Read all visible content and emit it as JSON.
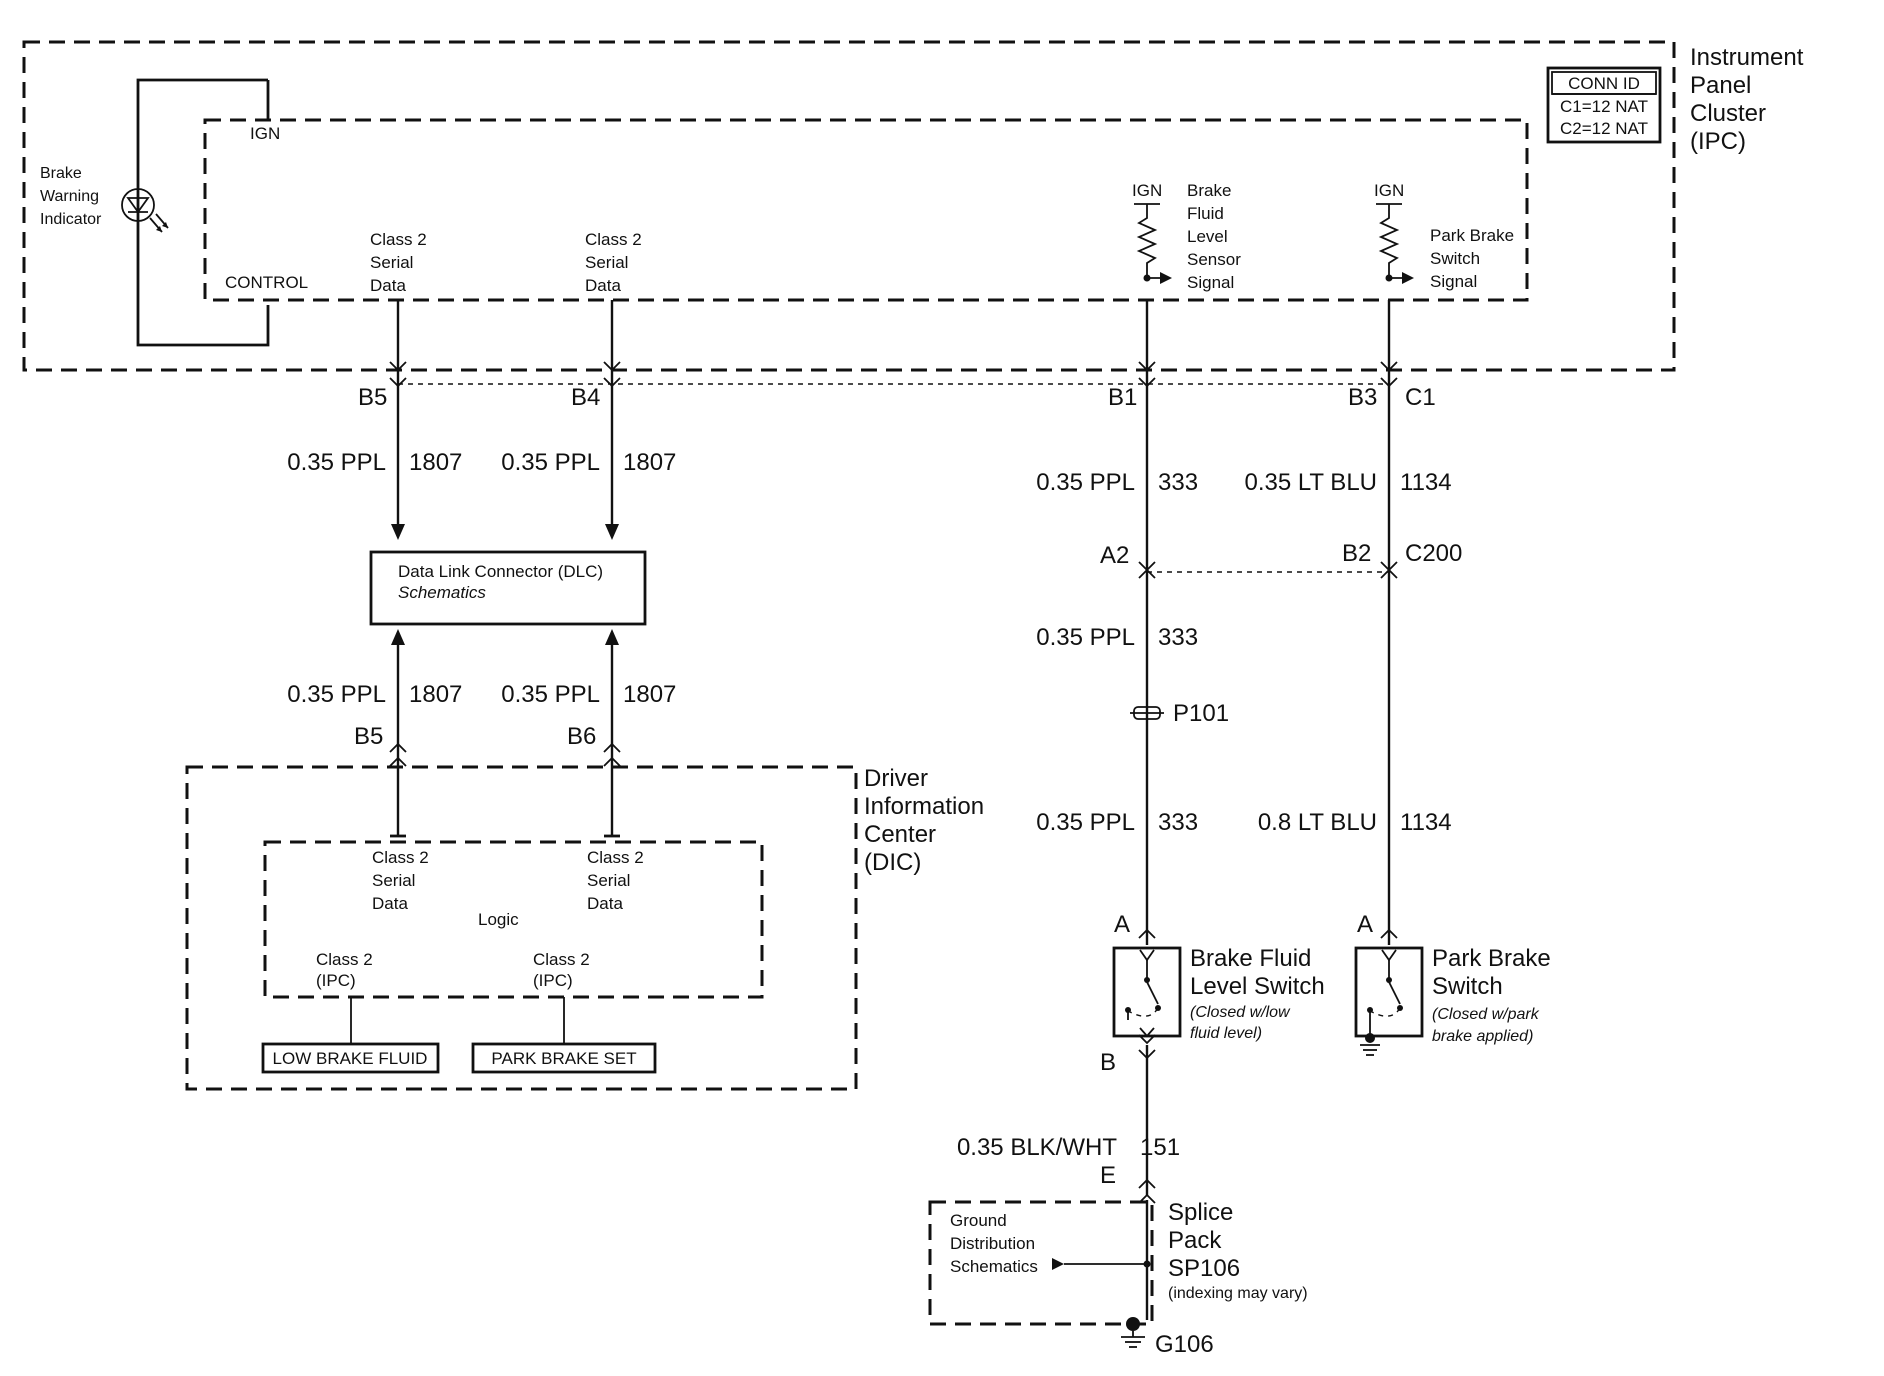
{
  "ipc": {
    "label": [
      "Instrument",
      "Panel",
      "Cluster",
      "(IPC)"
    ],
    "conn_id": {
      "title": "CONN ID",
      "rows": [
        "C1=12 NAT",
        "C2=12 NAT"
      ]
    },
    "ign_label": "IGN",
    "control_label": "CONTROL",
    "brake_warning_indicator": [
      "Brake",
      "Warning",
      "Indicator"
    ],
    "class2_left": [
      "Class 2",
      "Serial",
      "Data"
    ],
    "class2_right": [
      "Class 2",
      "Serial",
      "Data"
    ],
    "ign_left": "IGN",
    "ign_right": "IGN",
    "brake_fluid_signal": [
      "Brake",
      "Fluid",
      "Level",
      "Sensor",
      "Signal"
    ],
    "park_brake_signal": [
      "Park Brake",
      "Switch",
      "Signal"
    ]
  },
  "pins": {
    "b5_top": "B5",
    "b4_top": "B4",
    "b1_top": "B1",
    "b3_top": "B3",
    "c1": "C1",
    "a2": "A2",
    "b2": "B2",
    "c200": "C200",
    "b5_bottom": "B5",
    "b6_bottom": "B6",
    "a_brake": "A",
    "a_park": "A",
    "b_brake": "B",
    "e_splice": "E"
  },
  "wires": {
    "w1": {
      "gauge": "0.35 PPL",
      "circuit": "1807"
    },
    "w2": {
      "gauge": "0.35 PPL",
      "circuit": "1807"
    },
    "w3": {
      "gauge": "0.35 PPL",
      "circuit": "1807"
    },
    "w4": {
      "gauge": "0.35 PPL",
      "circuit": "1807"
    },
    "w5": {
      "gauge": "0.35 PPL",
      "circuit": "333"
    },
    "w6": {
      "gauge": "0.35 LT BLU",
      "circuit": "1134"
    },
    "w7": {
      "gauge": "0.35 PPL",
      "circuit": "333"
    },
    "w8": {
      "gauge": "0.35 PPL",
      "circuit": "333"
    },
    "w9": {
      "gauge": "0.8 LT BLU",
      "circuit": "1134"
    },
    "w10": {
      "gauge": "0.35 BLK/WHT",
      "circuit": "151"
    }
  },
  "dlc": {
    "title": "Data Link Connector (DLC)",
    "subtitle": "Schematics"
  },
  "p101": "P101",
  "dic": {
    "label": [
      "Driver",
      "Information",
      "Center",
      "(DIC)"
    ],
    "class2_left": [
      "Class 2",
      "Serial",
      "Data"
    ],
    "class2_right": [
      "Class 2",
      "Serial",
      "Data"
    ],
    "logic": "Logic",
    "ipc_left": [
      "Class 2",
      "(IPC)"
    ],
    "ipc_right": [
      "Class 2",
      "(IPC)"
    ],
    "low_brake_fluid": "LOW BRAKE FLUID",
    "park_brake_set": "PARK BRAKE SET"
  },
  "brake_fluid_switch": {
    "title": [
      "Brake Fluid",
      "Level Switch"
    ],
    "note": [
      "(Closed w/low",
      "fluid level)"
    ]
  },
  "park_brake_switch": {
    "title": [
      "Park Brake",
      "Switch"
    ],
    "note": [
      "(Closed w/park",
      "brake applied)"
    ]
  },
  "splice": {
    "label": [
      "Splice",
      "Pack",
      "SP106"
    ],
    "note": "(indexing may vary)",
    "ground_dist": [
      "Ground",
      "Distribution",
      "Schematics"
    ]
  },
  "ground": "G106"
}
